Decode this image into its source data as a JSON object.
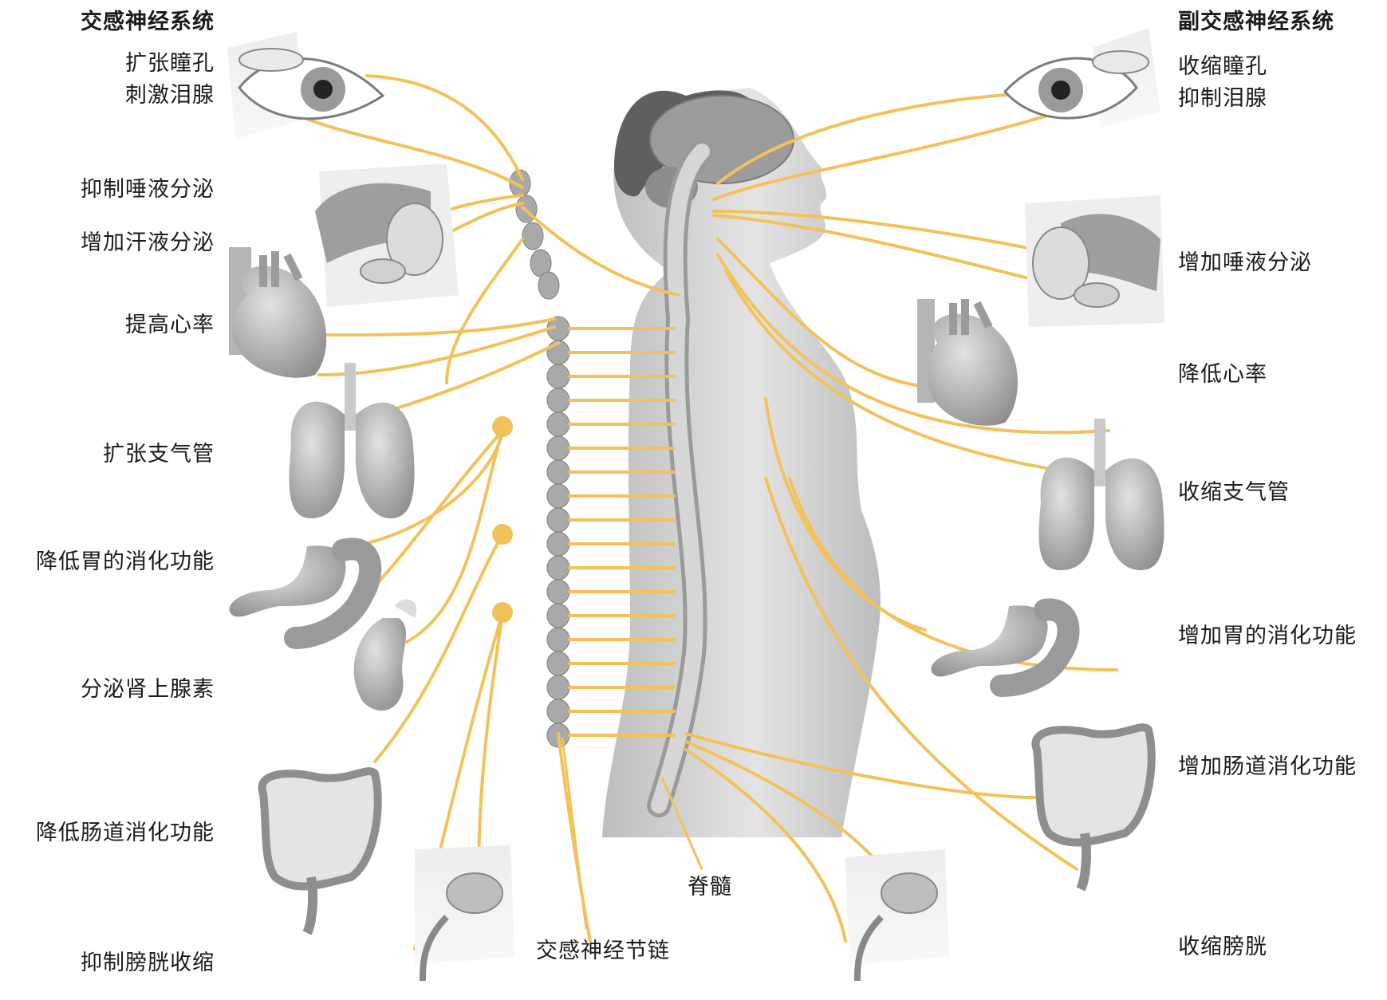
{
  "sympathetic": {
    "heading": "交感神经系统",
    "labels": [
      "扩张瞳孔",
      "刺激泪腺",
      "抑制唾液分泌",
      "增加汗液分泌",
      "提高心率",
      "扩张支气管",
      "降低胃的消化功能",
      "分泌肾上腺素",
      "降低肠道消化功能",
      "抑制膀胱收缩"
    ]
  },
  "parasympathetic": {
    "heading": "副交感神经系统",
    "labels": [
      "收缩瞳孔",
      "抑制泪腺",
      "增加唾液分泌",
      "降低心率",
      "收缩支气管",
      "增加胃的消化功能",
      "增加肠道消化功能",
      "收缩膀胱"
    ]
  },
  "center": {
    "spinal_cord": "脊髓",
    "chain": "交感神经节链"
  },
  "colors": {
    "nerve": "#f2c25a",
    "organ": "#a9a9a9",
    "body": "#c8c8c8"
  }
}
